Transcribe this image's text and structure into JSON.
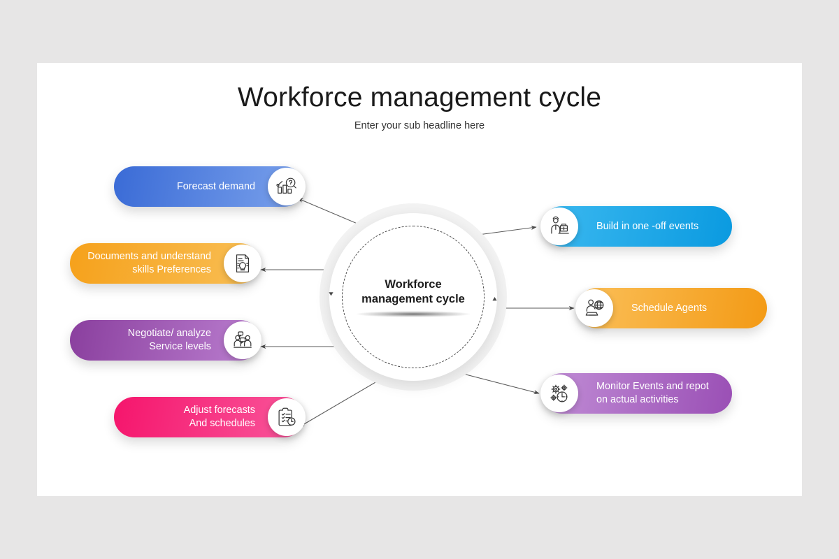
{
  "slide": {
    "title": "Workforce management cycle",
    "subtitle": "Enter your sub headline here",
    "background_color": "#ffffff",
    "canvas_color": "#e7e6e6"
  },
  "hub": {
    "label_line1": "Workforce",
    "label_line2": "management cycle",
    "style": "dashed-ring-circle"
  },
  "steps": [
    {
      "id": "forecast-demand",
      "label": "Forecast demand",
      "side": "left",
      "icon": "chart-search-question-icon",
      "color_from": "#3a6bd6",
      "color_to": "#7ba2ec"
    },
    {
      "id": "documents-skills",
      "label": "Documents and understand\nskills Preferences",
      "side": "left",
      "icon": "document-lightbulb-icon",
      "color_from": "#f6a11b",
      "color_to": "#f8bf56"
    },
    {
      "id": "negotiate-service-levels",
      "label": "Negotiate/ analyze\nService levels",
      "side": "left",
      "icon": "people-discussion-icon",
      "color_from": "#8a3f9e",
      "color_to": "#bb7fd0"
    },
    {
      "id": "adjust-forecasts",
      "label": "Adjust forecasts\nAnd schedules",
      "side": "left",
      "icon": "clipboard-clock-icon",
      "color_from": "#f5156c",
      "color_to": "#f9589c"
    },
    {
      "id": "build-one-off-events",
      "label": "Build in one -off events",
      "side": "right",
      "icon": "person-event-icon",
      "color_from": "#3cb9f0",
      "color_to": "#0a9ae0"
    },
    {
      "id": "schedule-agents",
      "label": "Schedule Agents",
      "side": "right",
      "icon": "agent-globe-laptop-icon",
      "color_from": "#fbc05a",
      "color_to": "#f39a15"
    },
    {
      "id": "monitor-events",
      "label": "Monitor Events and repot\non actual activities",
      "side": "right",
      "icon": "gears-clock-icon",
      "color_from": "#c18ed6",
      "color_to": "#9a4fb5"
    }
  ],
  "connectors": {
    "color": "#555555",
    "count": 7,
    "arrow_direction": "hub-to-step"
  }
}
